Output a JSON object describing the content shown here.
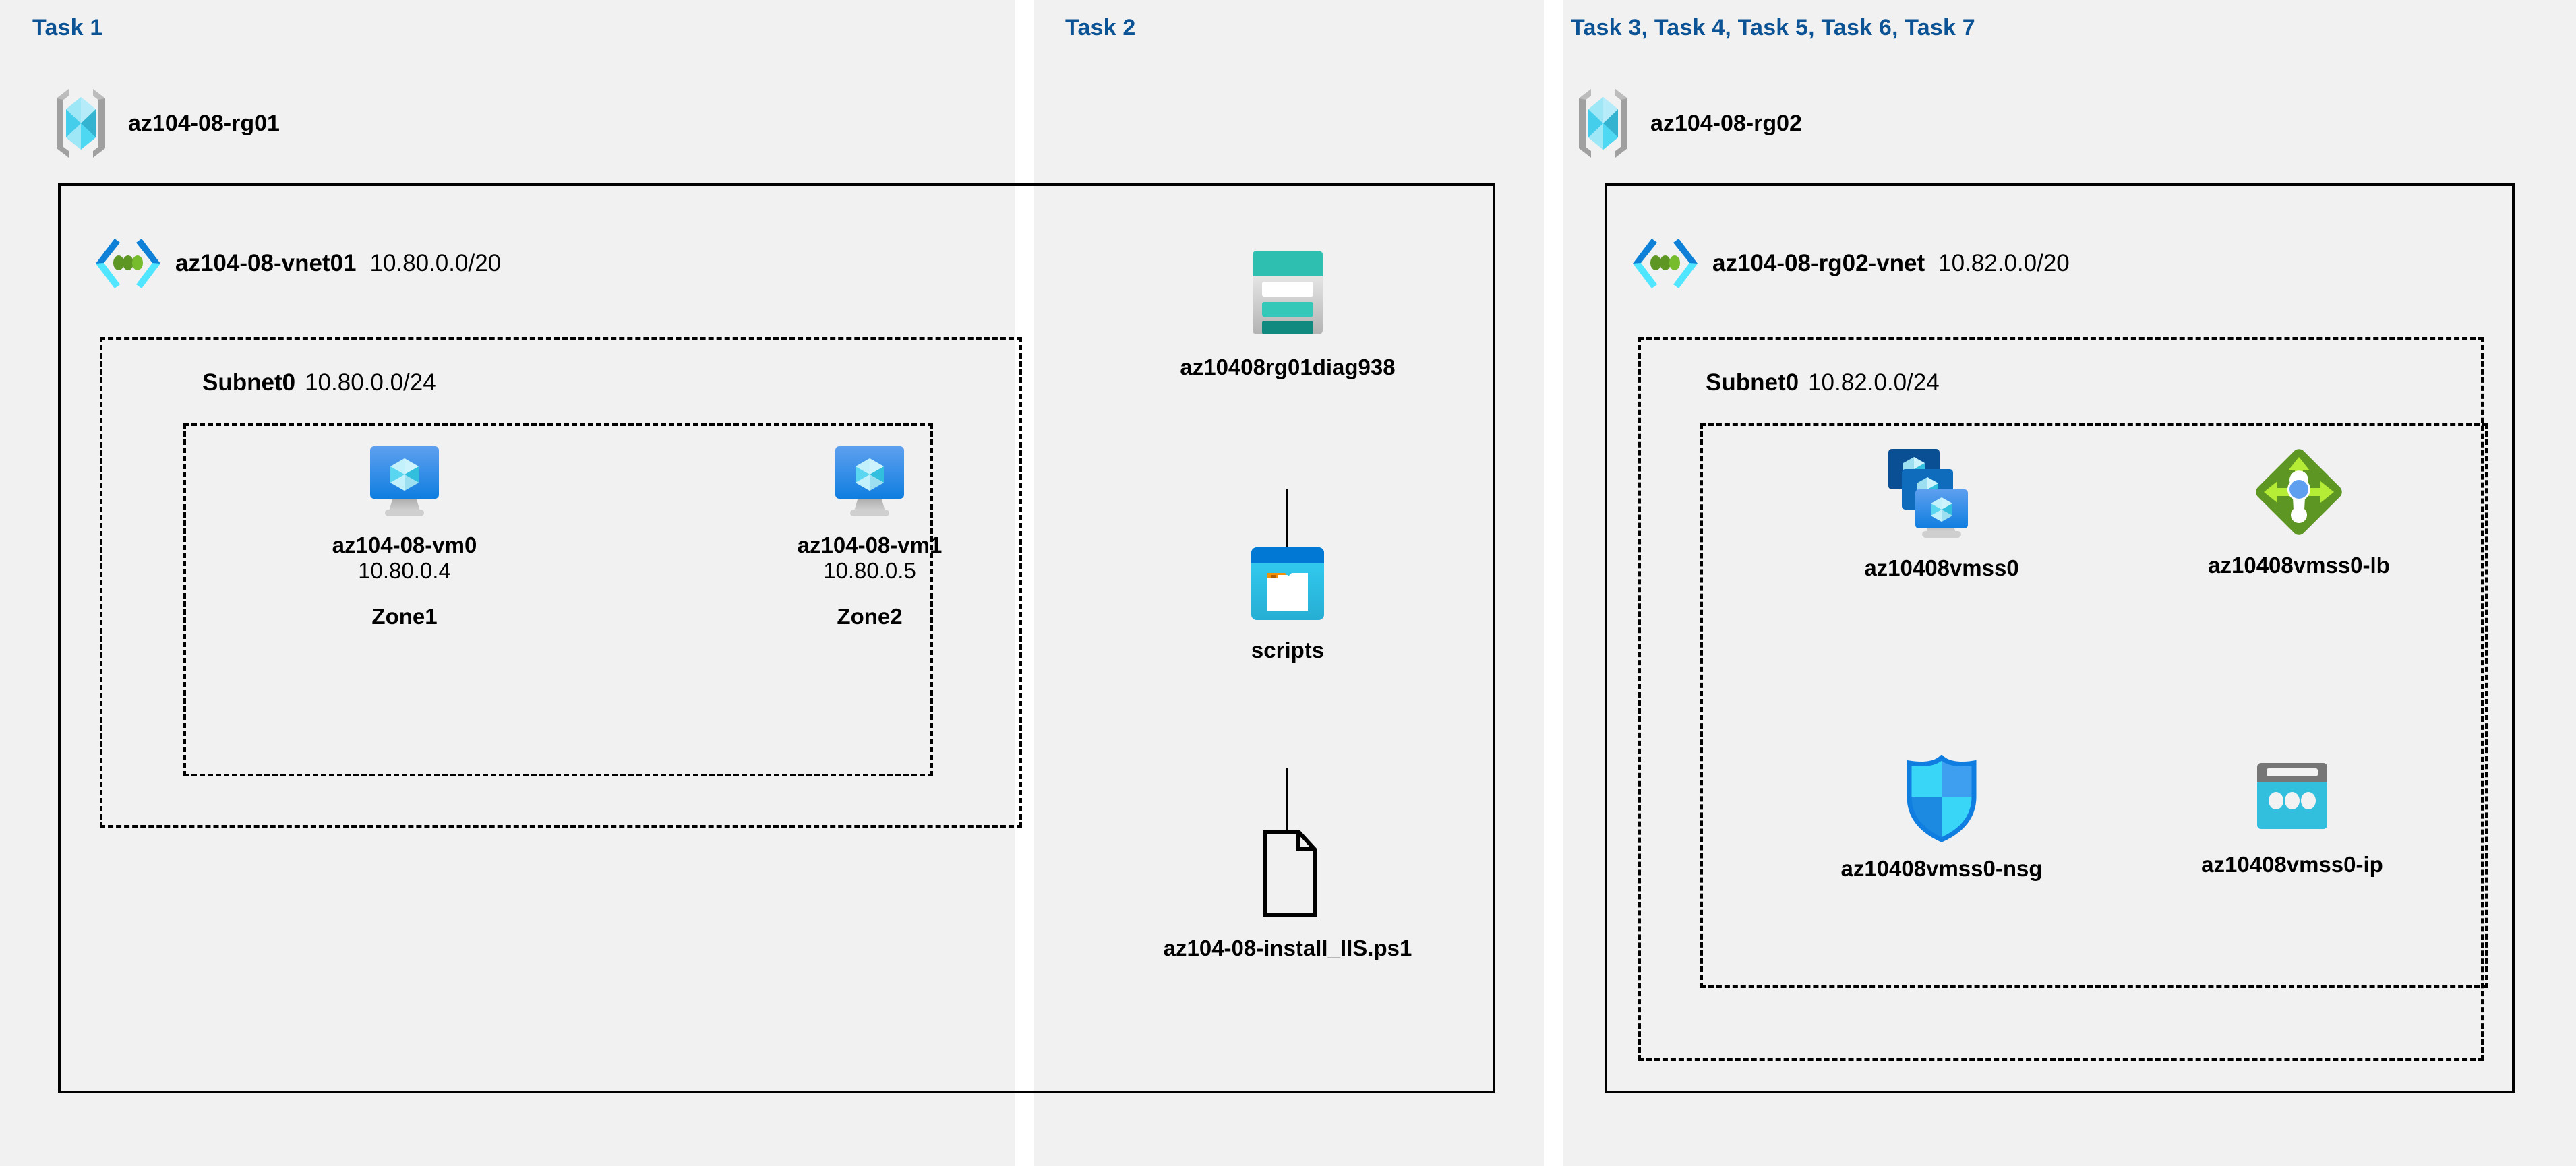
{
  "columns": {
    "task1": {
      "heading": "Task 1"
    },
    "task2": {
      "heading": "Task 2"
    },
    "task3": {
      "heading": "Task 3, Task 4, Task 5, Task 6, Task 7"
    }
  },
  "resource_groups": [
    {
      "name": "az104-08-rg01",
      "icon": "resource-group-icon"
    },
    {
      "name": "az104-08-rg02",
      "icon": "resource-group-icon"
    }
  ],
  "vnets": [
    {
      "name": "az104-08-vnet01",
      "cidr": "10.80.0.0/20",
      "icon": "virtual-network-icon"
    },
    {
      "name": "az104-08-rg02-vnet",
      "cidr": "10.82.0.0/20",
      "icon": "virtual-network-icon"
    }
  ],
  "subnets": [
    {
      "name": "Subnet0",
      "cidr": "10.80.0.0/24"
    },
    {
      "name": "Subnet0",
      "cidr": "10.82.0.0/24"
    }
  ],
  "vms": [
    {
      "name": "az104-08-vm0",
      "ip": "10.80.0.4",
      "zone": "Zone1",
      "icon": "virtual-machine-icon"
    },
    {
      "name": "az104-08-vm1",
      "ip": "10.80.0.5",
      "zone": "Zone2",
      "icon": "virtual-machine-icon"
    }
  ],
  "storage": {
    "account": {
      "name": "az10408rg01diag938",
      "icon": "storage-account-icon"
    },
    "container": {
      "name": "scripts",
      "icon": "blob-container-icon"
    },
    "file": {
      "name": "az104-08-install_IIS.ps1",
      "icon": "file-icon"
    }
  },
  "scale_set_resources": [
    {
      "name": "az10408vmss0",
      "icon": "vm-scale-set-icon"
    },
    {
      "name": "az10408vmss0-lb",
      "icon": "load-balancer-icon"
    },
    {
      "name": "az10408vmss0-nsg",
      "icon": "network-security-group-icon"
    },
    {
      "name": "az10408vmss0-ip",
      "icon": "public-ip-address-icon"
    }
  ],
  "colors": {
    "heading": "#0b5394",
    "panel_background": "#f1f1f1",
    "border": "#000000",
    "azure_blue": "#0078d4",
    "cyan": "#32bedd",
    "teal": "#37c2b1",
    "green": "#7fba00",
    "gray": "#949494"
  }
}
